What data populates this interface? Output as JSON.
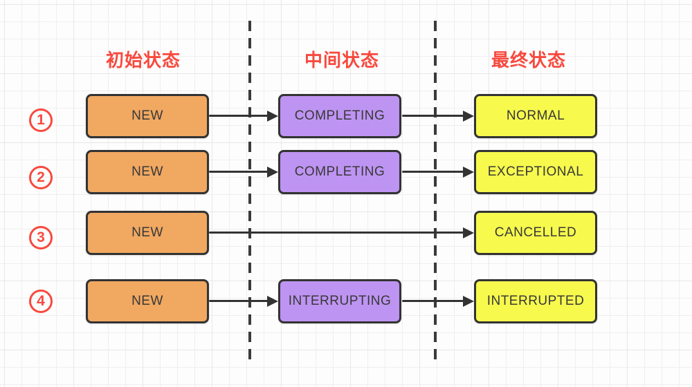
{
  "headers": {
    "initial": "初始状态",
    "middle": "中间状态",
    "final": "最终状态"
  },
  "rows": [
    {
      "num": "1",
      "initial": "NEW",
      "middle": "COMPLETING",
      "final": "NORMAL"
    },
    {
      "num": "2",
      "initial": "NEW",
      "middle": "COMPLETING",
      "final": "EXCEPTIONAL"
    },
    {
      "num": "3",
      "initial": "NEW",
      "middle": "",
      "final": "CANCELLED"
    },
    {
      "num": "4",
      "initial": "NEW",
      "middle": "INTERRUPTING",
      "final": "INTERRUPTED"
    }
  ],
  "colors": {
    "initial_box_fill": "#F1A861",
    "middle_box_fill": "#BE94F2",
    "final_box_fill": "#F7F94D",
    "box_border": "#333333",
    "box_text": "#383838",
    "header_text": "#F8493E",
    "row_badge": "#F8493E",
    "arrow": "#333333",
    "grid_line": "#efefef",
    "canvas_background": "#fdfdfd"
  }
}
